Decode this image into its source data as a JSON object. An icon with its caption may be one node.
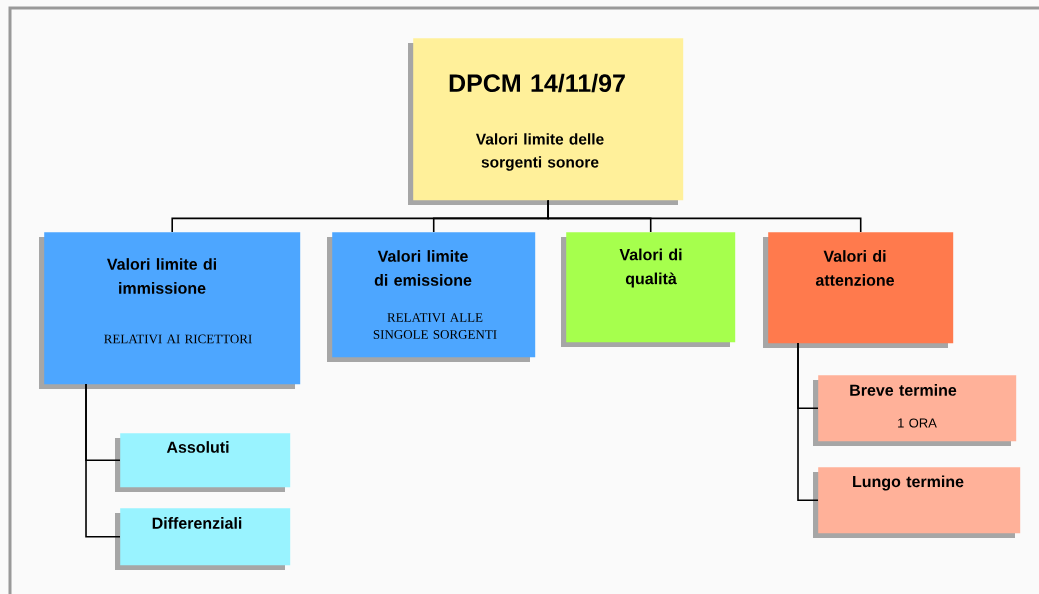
{
  "diagram": {
    "nodes": [
      {
        "text": [
          "DPCM 14/11/97",
          "Valori limite delle sorgenti sonore"
        ]
      },
      {
        "text": [
          "Valori limite di immissione",
          "RELATIVI AI RICETTORI"
        ]
      },
      {
        "text": [
          "Valori limite di emissione",
          "RELATIVI ALLE SINGOLE SORGENTI"
        ]
      },
      {
        "text": [
          "Valori di qualità"
        ]
      },
      {
        "text": [
          "Valori di attenzione"
        ]
      },
      {
        "text": [
          "Assoluti"
        ]
      },
      {
        "text": [
          "Differenziali"
        ]
      },
      {
        "text": [
          "Breve termine",
          "1 ORA"
        ]
      },
      {
        "text": [
          "Lungo termine"
        ]
      }
    ],
    "edges": [
      {
        "from": 0,
        "to": 1,
        "arrow": "none"
      },
      {
        "from": 0,
        "to": 2,
        "arrow": "none"
      },
      {
        "from": 0,
        "to": 3,
        "arrow": "none"
      },
      {
        "from": 0,
        "to": 4,
        "arrow": "none"
      },
      {
        "from": 1,
        "to": 5,
        "arrow": "none"
      },
      {
        "from": 1,
        "to": 6,
        "arrow": "none"
      },
      {
        "from": 4,
        "to": 7,
        "arrow": "none"
      },
      {
        "from": 4,
        "to": 8,
        "arrow": "none"
      }
    ]
  }
}
